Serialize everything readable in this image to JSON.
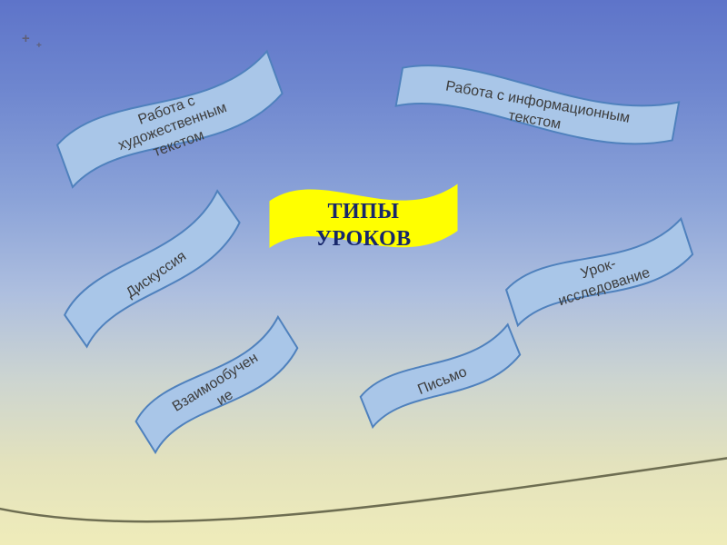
{
  "center_banner": {
    "label": "ТИПЫ\nУРОКОВ"
  },
  "banners": [
    {
      "label": "Работа с\nхудожественным\nтекстом"
    },
    {
      "label": "Работа с информационным\nтекстом"
    },
    {
      "label": "Дискуссия"
    },
    {
      "label": "Урок-\nисследование"
    },
    {
      "label": "Взаимообучен\nие"
    },
    {
      "label": "Письмо"
    }
  ],
  "sparkles": [
    {
      "glyph": "+"
    },
    {
      "glyph": "+"
    }
  ],
  "colors": {
    "background_top": "#5e74c9",
    "background_bottom": "#efecba",
    "banner_fill": "#a9c6e8",
    "banner_border": "#4f81bd",
    "center_fill": "#ffff00",
    "center_text": "#17276b",
    "label_text": "#3d3d3d",
    "swoosh_line": "#6e6e52"
  }
}
